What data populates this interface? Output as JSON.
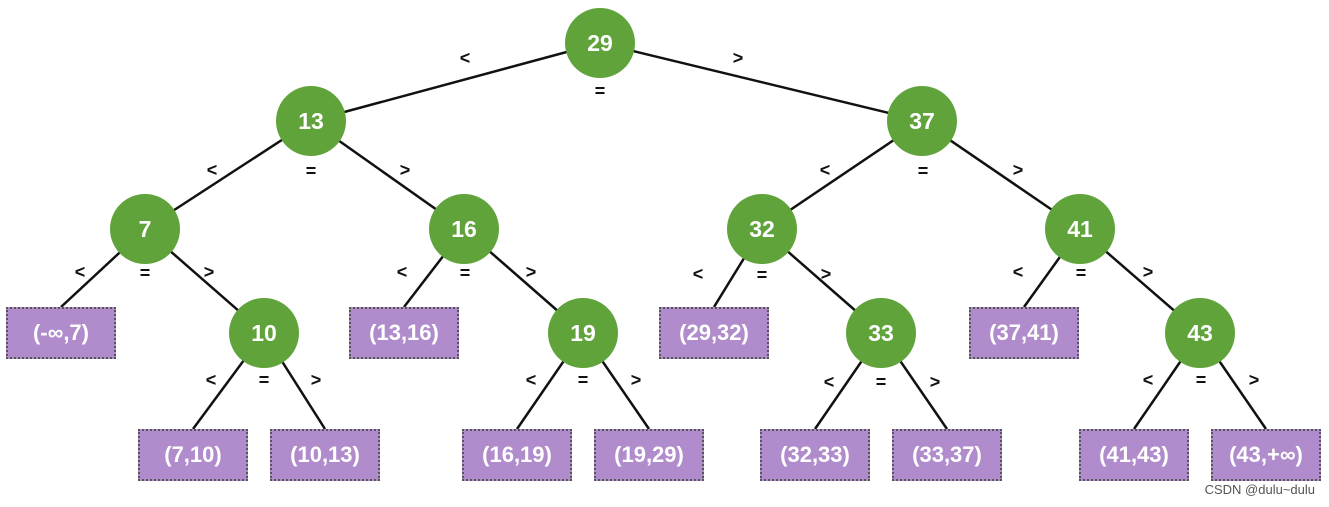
{
  "colors": {
    "node_fill": "#5fa33a",
    "leaf_fill": "#b08ccc",
    "leaf_border": "#555555",
    "edge": "#111111"
  },
  "symbols": {
    "less": "<",
    "equal": "=",
    "greater": ">"
  },
  "nodes": {
    "n29": "29",
    "n13": "13",
    "n37": "37",
    "n7": "7",
    "n16": "16",
    "n32": "32",
    "n41": "41",
    "n10": "10",
    "n19": "19",
    "n33": "33",
    "n43": "43"
  },
  "intervals": {
    "i_ninf_7": "(-∞,7)",
    "i_7_10": "(7,10)",
    "i_10_13": "(10,13)",
    "i_13_16": "(13,16)",
    "i_16_19": "(16,19)",
    "i_19_29": "(19,29)",
    "i_29_32": "(29,32)",
    "i_32_33": "(32,33)",
    "i_33_37": "(33,37)",
    "i_37_41": "(37,41)",
    "i_41_43": "(41,43)",
    "i_43_pinf": "(43,+∞)"
  },
  "edges": [
    [
      "n29",
      "n13"
    ],
    [
      "n29",
      "n37"
    ],
    [
      "n13",
      "n7"
    ],
    [
      "n13",
      "n16"
    ],
    [
      "n37",
      "n32"
    ],
    [
      "n37",
      "n41"
    ],
    [
      "n7",
      "i_ninf_7"
    ],
    [
      "n7",
      "n10"
    ],
    [
      "n10",
      "i_7_10"
    ],
    [
      "n10",
      "i_10_13"
    ],
    [
      "n16",
      "i_13_16"
    ],
    [
      "n16",
      "n19"
    ],
    [
      "n19",
      "i_16_19"
    ],
    [
      "n19",
      "i_19_29"
    ],
    [
      "n32",
      "i_29_32"
    ],
    [
      "n32",
      "n33"
    ],
    [
      "n33",
      "i_32_33"
    ],
    [
      "n33",
      "i_33_37"
    ],
    [
      "n41",
      "i_37_41"
    ],
    [
      "n41",
      "n43"
    ],
    [
      "n43",
      "i_41_43"
    ],
    [
      "n43",
      "i_43_pinf"
    ]
  ],
  "watermark": "CSDN @dulu~dulu"
}
